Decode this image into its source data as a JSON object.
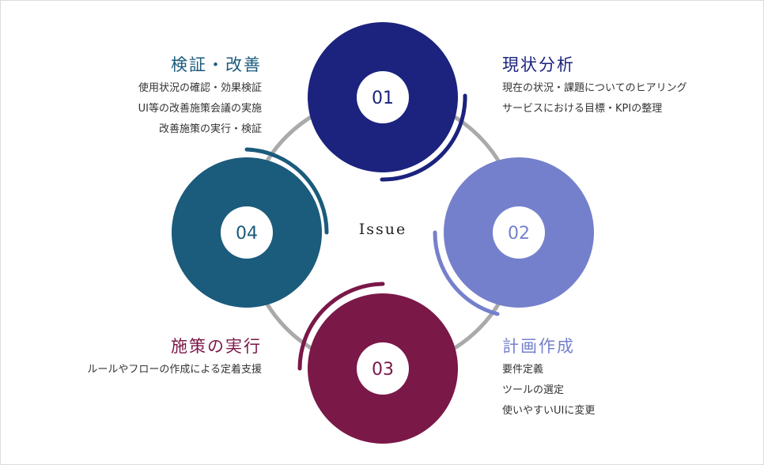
{
  "center_label": "Issue",
  "colors": {
    "s01": "#1b237e",
    "s02": "#7580cc",
    "s03": "#7a1848",
    "s04": "#1b5b7c",
    "ring": "#aaaaaa"
  },
  "steps": [
    {
      "num": "01",
      "title": "現状分析",
      "items": [
        "現在の状況・課題についてのヒアリング",
        "サービスにおける目標・KPIの整理"
      ]
    },
    {
      "num": "02",
      "title": "計画作成",
      "items": [
        "要件定義",
        "ツールの選定",
        "使いやすいUIに変更"
      ]
    },
    {
      "num": "03",
      "title": "施策の実行",
      "items": [
        "ルールやフローの作成による定着支援"
      ]
    },
    {
      "num": "04",
      "title": "検証・改善",
      "items": [
        "使用状況の確認・効果検証",
        "UI等の改善施策会議の実施",
        "改善施策の実行・検証"
      ]
    }
  ]
}
